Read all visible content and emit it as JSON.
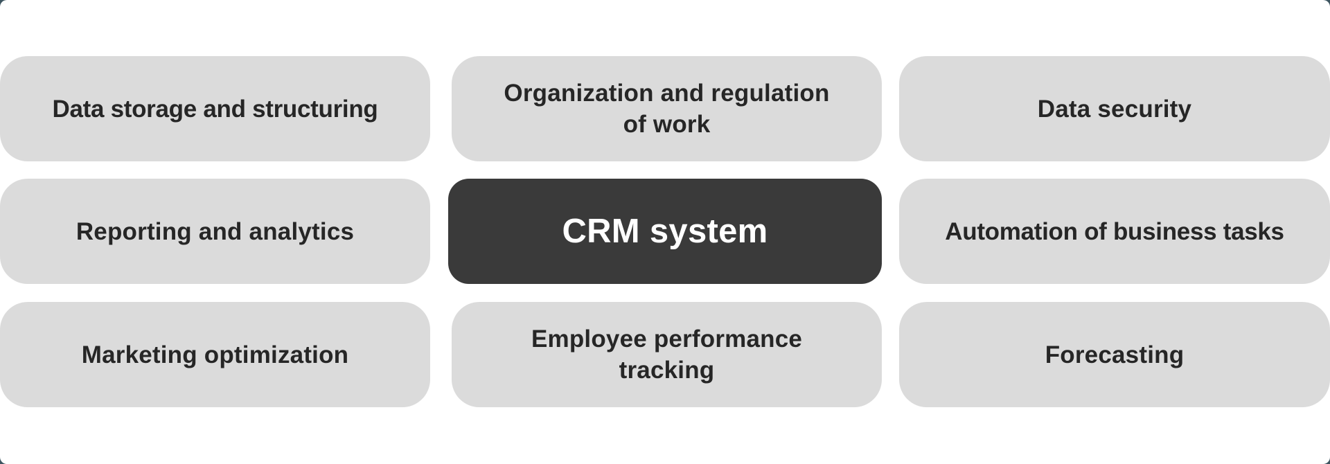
{
  "diagram": {
    "center": {
      "label": "CRM system",
      "background": "#3a3a3a",
      "text_color": "#ffffff"
    },
    "tiles": [
      {
        "position": "top-left",
        "label": "Data storage and structuring"
      },
      {
        "position": "top-center",
        "label": "Organization and regulation of work"
      },
      {
        "position": "top-right",
        "label": "Data security"
      },
      {
        "position": "middle-left",
        "label": "Reporting and analytics"
      },
      {
        "position": "middle-right",
        "label": "Automation of business tasks"
      },
      {
        "position": "bottom-left",
        "label": "Marketing optimization"
      },
      {
        "position": "bottom-center",
        "label": "Employee performance tracking"
      },
      {
        "position": "bottom-right",
        "label": "Forecasting"
      }
    ],
    "colors": {
      "tile_background": "#dbdbdb",
      "tile_text": "#262626",
      "page_background": "#ffffff"
    }
  }
}
